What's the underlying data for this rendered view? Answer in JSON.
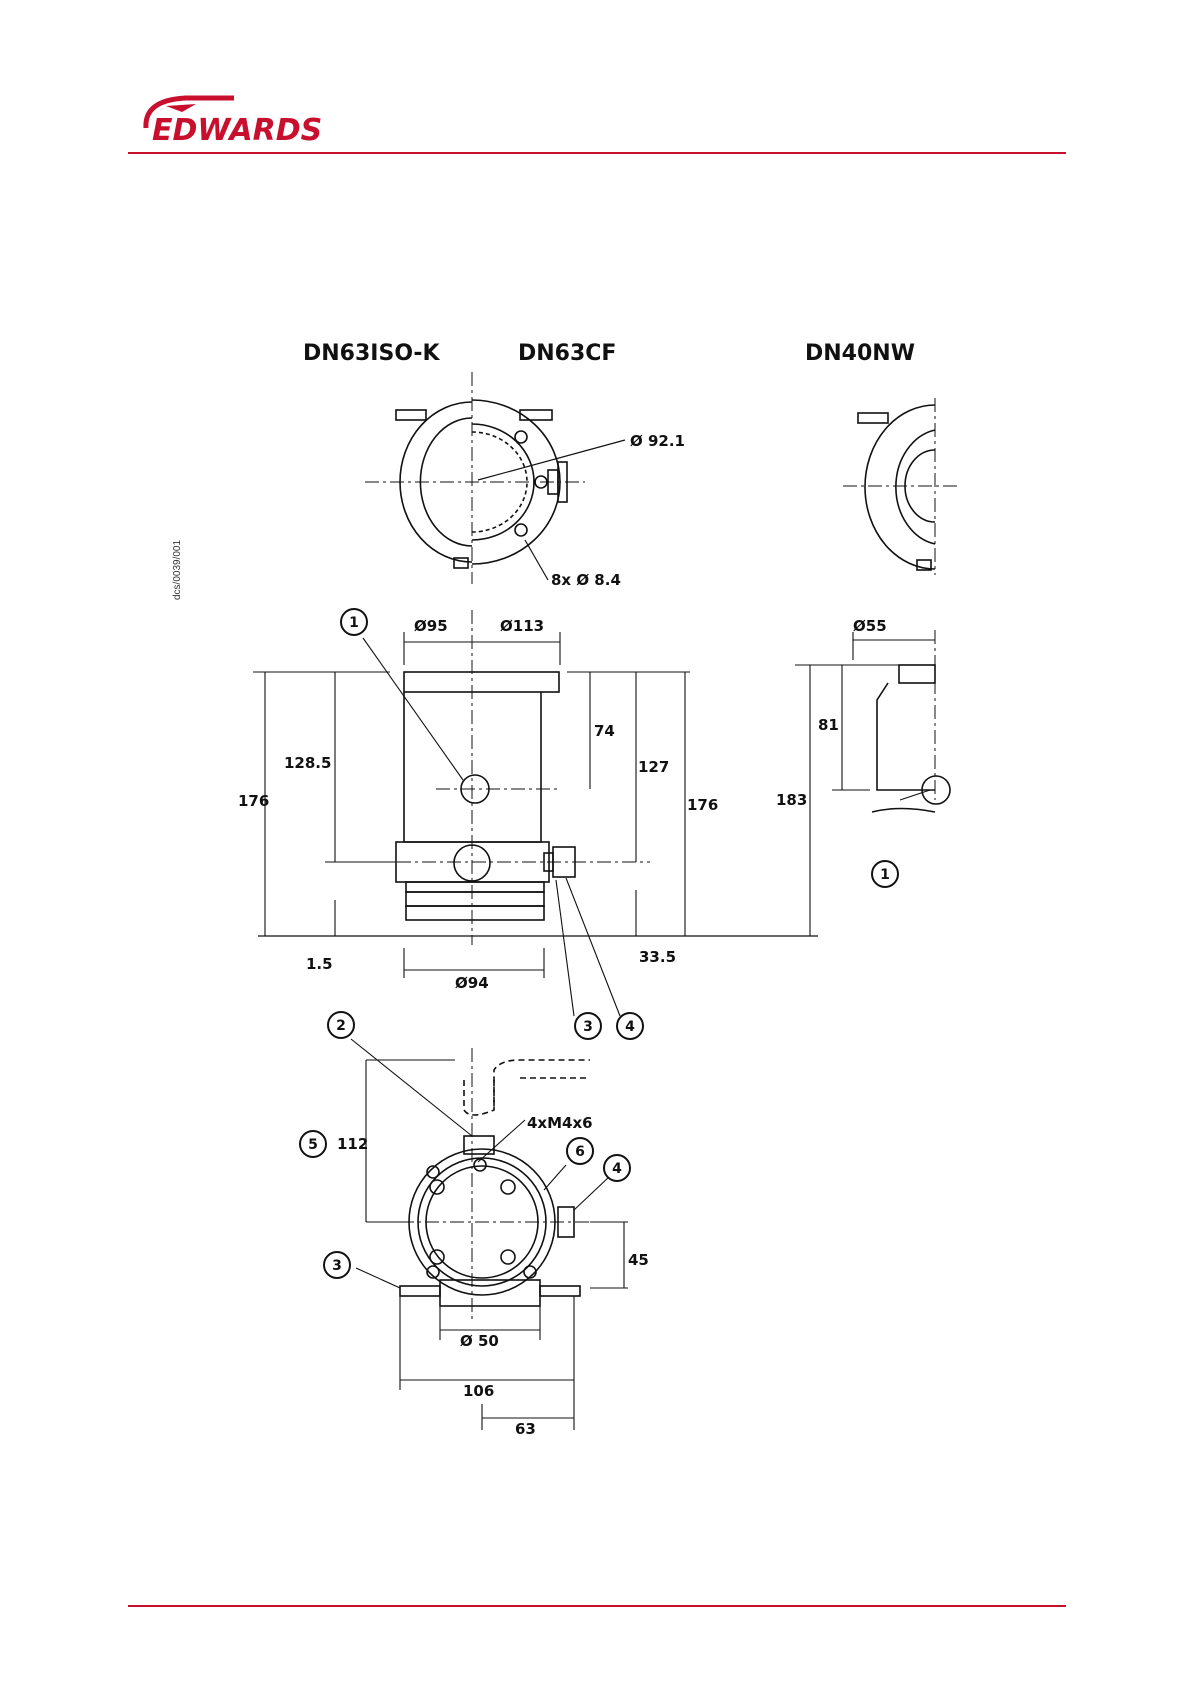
{
  "header": {
    "brand": "EDWARDS",
    "brand_color": "#c8102e"
  },
  "drawing_ref": "dcs/0039/001",
  "flange_variants": [
    "DN63ISO-K",
    "DN63CF",
    "DN40NW"
  ],
  "dimensions": {
    "d_92_1": "Ø 92.1",
    "holes": "8x Ø 8.4",
    "d_95": "Ø95",
    "d_113": "Ø113",
    "d_55": "Ø55",
    "d_94": "Ø94",
    "d_50": "Ø 50",
    "h_176_left": "176",
    "h_128_5": "128.5",
    "h_74": "74",
    "h_127": "127",
    "h_176_right": "176",
    "h_183": "183",
    "h_81": "81",
    "h_1_5": "1.5",
    "h_33_5": "33.5",
    "h_112": "112",
    "thread": "4xM4x6",
    "h_45": "45",
    "w_106": "106",
    "w_63": "63"
  },
  "callouts": [
    "1",
    "2",
    "3",
    "4",
    "5",
    "6"
  ]
}
